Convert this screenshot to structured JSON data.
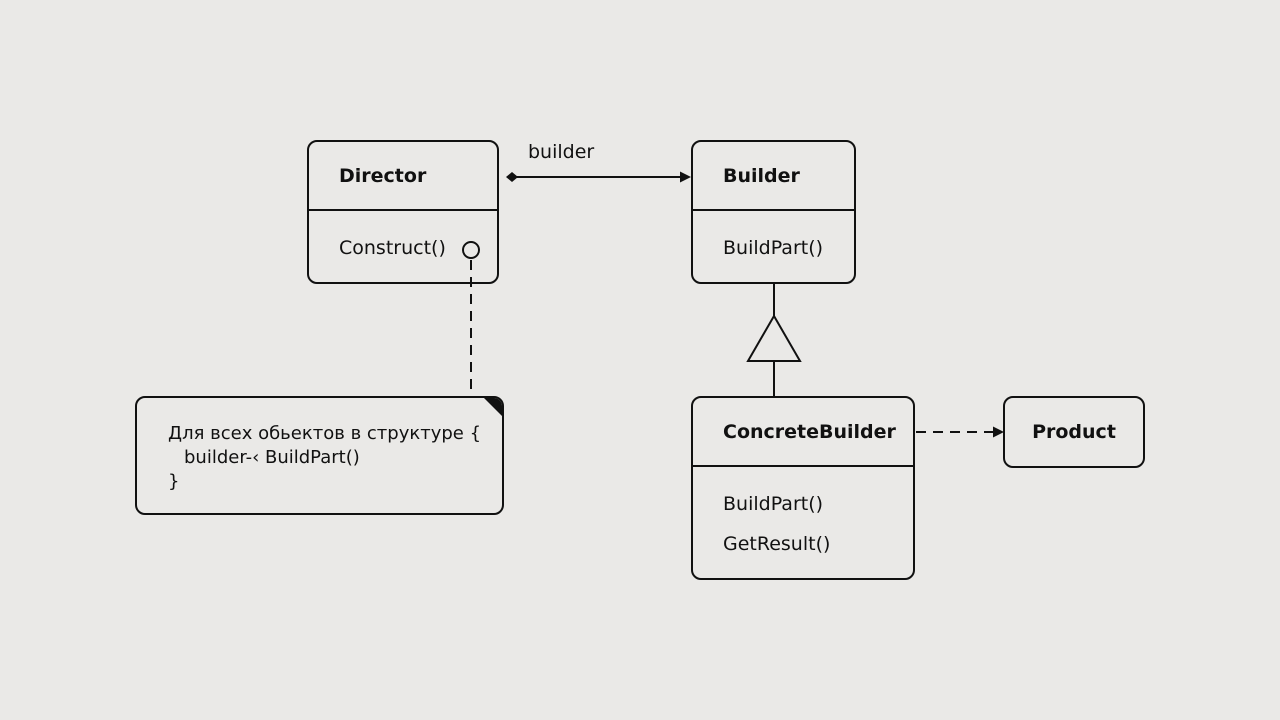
{
  "diagram": {
    "director": {
      "name": "Director",
      "method": "Construct()"
    },
    "builder": {
      "name": "Builder",
      "method": "BuildPart()"
    },
    "concrete_builder": {
      "name": "ConcreteBuilder",
      "methods": [
        "BuildPart()",
        "GetResult()"
      ]
    },
    "product": {
      "name": "Product"
    },
    "association_label": "builder",
    "note": {
      "line1": "Для всех обьектов в структуре {",
      "line2": "builder-‹ BuildPart()",
      "line3": "}"
    }
  },
  "colors": {
    "background": "#EAE9E7",
    "stroke": "#111111"
  }
}
